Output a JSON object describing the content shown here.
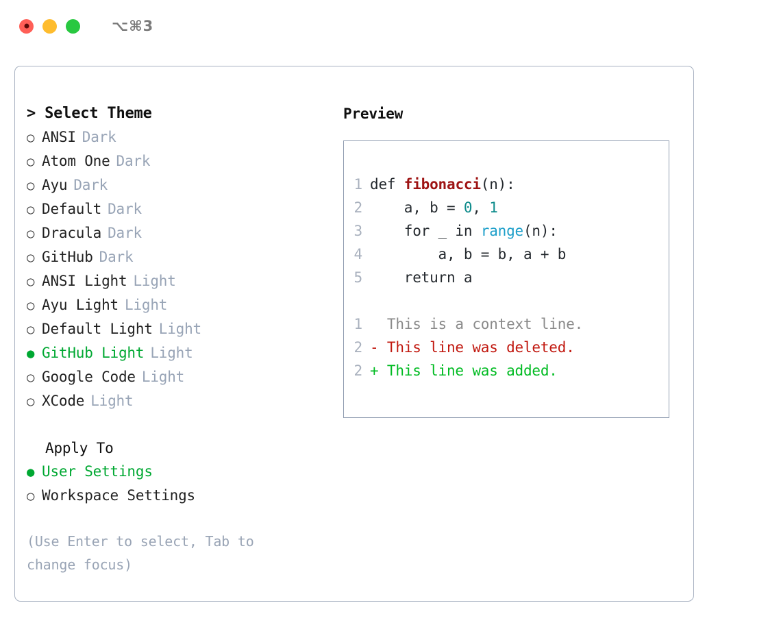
{
  "titlebar": {
    "shortcut": "⌥⌘3",
    "lights": [
      {
        "name": "close",
        "color": "#ff5f57"
      },
      {
        "name": "minimize",
        "color": "#febc2e"
      },
      {
        "name": "maximize",
        "color": "#28c840"
      }
    ]
  },
  "left": {
    "header": "> Select Theme",
    "themes": [
      {
        "bullet": "○",
        "label": "ANSI",
        "tag": "Dark",
        "selected": false
      },
      {
        "bullet": "○",
        "label": "Atom One",
        "tag": "Dark",
        "selected": false
      },
      {
        "bullet": "○",
        "label": "Ayu",
        "tag": "Dark",
        "selected": false
      },
      {
        "bullet": "○",
        "label": "Default",
        "tag": "Dark",
        "selected": false
      },
      {
        "bullet": "○",
        "label": "Dracula",
        "tag": "Dark",
        "selected": false
      },
      {
        "bullet": "○",
        "label": "GitHub",
        "tag": "Dark",
        "selected": false
      },
      {
        "bullet": "○",
        "label": "ANSI Light",
        "tag": "Light",
        "selected": false
      },
      {
        "bullet": "○",
        "label": "Ayu Light",
        "tag": "Light",
        "selected": false
      },
      {
        "bullet": "○",
        "label": "Default Light",
        "tag": "Light",
        "selected": false
      },
      {
        "bullet": "●",
        "label": "GitHub Light",
        "tag": "Light",
        "selected": true
      },
      {
        "bullet": "○",
        "label": "Google Code",
        "tag": "Light",
        "selected": false
      },
      {
        "bullet": "○",
        "label": "XCode",
        "tag": "Light",
        "selected": false
      }
    ],
    "apply_to_header": "Apply To",
    "apply_to": [
      {
        "bullet": "●",
        "label": "User Settings",
        "selected": true
      },
      {
        "bullet": "○",
        "label": "Workspace Settings",
        "selected": false
      }
    ],
    "hint": "(Use Enter to select, Tab to change focus)"
  },
  "right": {
    "preview_title": "Preview",
    "code_lines": [
      {
        "no": "1",
        "tokens": [
          {
            "t": "def ",
            "c": "plain"
          },
          {
            "t": "fibonacci",
            "c": "func"
          },
          {
            "t": "(n):",
            "c": "plain"
          }
        ]
      },
      {
        "no": "2",
        "tokens": [
          {
            "t": "    a, b = ",
            "c": "plain"
          },
          {
            "t": "0",
            "c": "num"
          },
          {
            "t": ", ",
            "c": "plain"
          },
          {
            "t": "1",
            "c": "num"
          }
        ]
      },
      {
        "no": "3",
        "tokens": [
          {
            "t": "    for _ in ",
            "c": "plain"
          },
          {
            "t": "range",
            "c": "builtin"
          },
          {
            "t": "(n):",
            "c": "plain"
          }
        ]
      },
      {
        "no": "4",
        "tokens": [
          {
            "t": "        a, b = b, a + b",
            "c": "plain"
          }
        ]
      },
      {
        "no": "5",
        "tokens": [
          {
            "t": "    return a",
            "c": "plain"
          }
        ]
      }
    ],
    "diff_lines": [
      {
        "no": "1",
        "marker": "  ",
        "text": "This is a context line.",
        "kind": "context"
      },
      {
        "no": "2",
        "marker": "- ",
        "text": "This line was deleted.",
        "kind": "del"
      },
      {
        "no": "2",
        "marker": "+ ",
        "text": "This line was added.",
        "kind": "add"
      }
    ]
  },
  "colors": {
    "selected_green": "#00a832",
    "diff_add_green": "#00bb22",
    "diff_del_red": "#c1180f",
    "func_red": "#9e1414",
    "number_teal": "#0d8b8b",
    "builtin_blue": "#1b9ec9",
    "muted_tag": "#98a4b6",
    "panel_border": "#a6b0c0",
    "preview_border": "#8f9cb0"
  }
}
